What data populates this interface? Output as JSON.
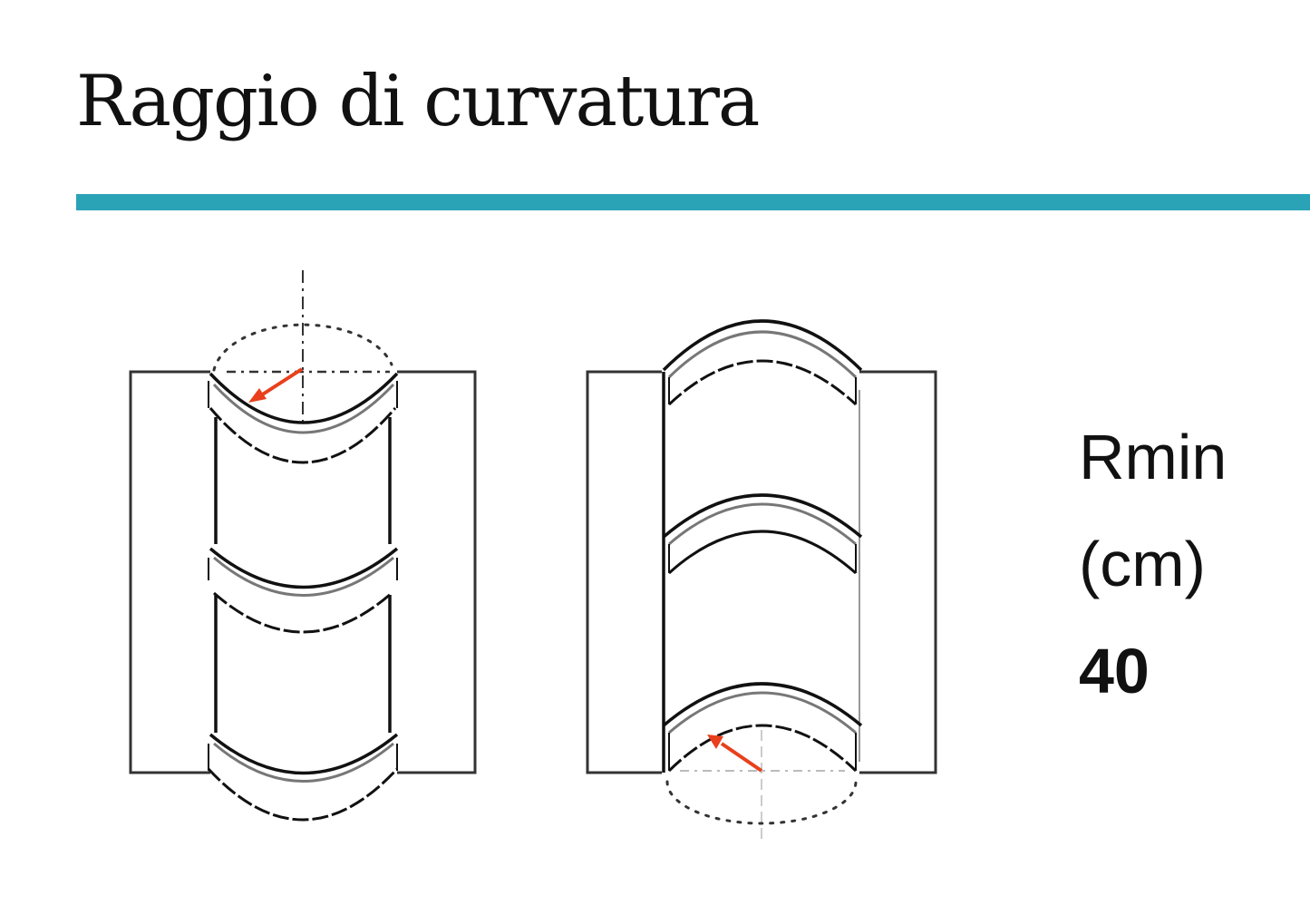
{
  "header": {
    "title": "Raggio di curvatura",
    "accent_color": "#2aa3b7"
  },
  "figures": [
    {
      "name": "convex-bend",
      "description": "Pipe curving outward with bend radius arrow at top"
    },
    {
      "name": "concave-bend",
      "description": "Pipe curving inward with bend radius arrow at bottom"
    }
  ],
  "spec": {
    "label": "Rmin",
    "unit": "(cm)",
    "value": "40"
  },
  "colors": {
    "arrow": "#e8401c",
    "line": "#111111"
  }
}
